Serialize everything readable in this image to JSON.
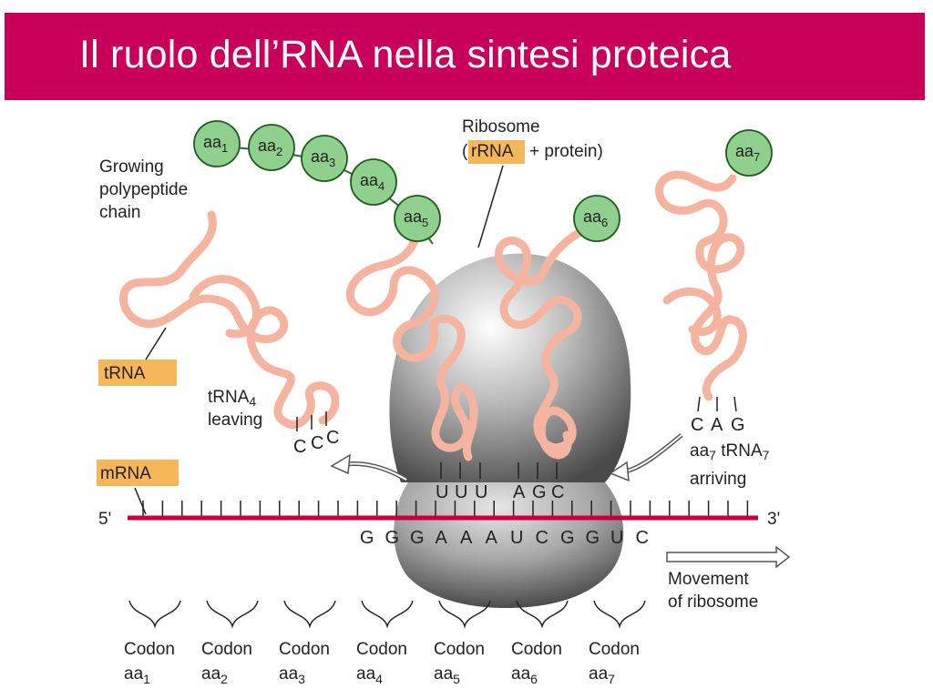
{
  "title": "Il ruolo dell’RNA nella sintesi proteica",
  "labels": {
    "growing_line1": "Growing",
    "growing_line2": "polypeptide",
    "growing_line3": "chain",
    "ribosome_line1": "Ribosome",
    "ribosome_open": "(",
    "ribosome_rrna": "rRNA",
    "ribosome_rest": "+ protein)",
    "trna": "tRNA",
    "trna4_line1": "tRNA",
    "trna4_sub": "4",
    "trna4_line2": "leaving",
    "mrna": "mRNA",
    "five_prime": "5'",
    "three_prime": "3'",
    "aa7_pre": "aa",
    "aa7_sub": "7",
    "aa7_mid": " tRNA",
    "aa7_sub2": "7",
    "arriving": "arriving",
    "movement_line1": "Movement",
    "movement_line2": "of ribosome"
  },
  "amino_acids": [
    {
      "base": "aa",
      "sub": "1"
    },
    {
      "base": "aa",
      "sub": "2"
    },
    {
      "base": "aa",
      "sub": "3"
    },
    {
      "base": "aa",
      "sub": "4"
    },
    {
      "base": "aa",
      "sub": "5"
    },
    {
      "base": "aa",
      "sub": "6"
    },
    {
      "base": "aa",
      "sub": "7"
    }
  ],
  "anticodons": {
    "leaving": [
      "C",
      "C",
      "C"
    ],
    "p_site": [
      "U",
      "U",
      "U"
    ],
    "a_site": [
      "A",
      "G",
      "C"
    ],
    "arriving": [
      "C",
      "A",
      "G"
    ]
  },
  "mrna_bases": [
    "G",
    "G",
    "G",
    "A",
    "A",
    "A",
    "U",
    "C",
    "G",
    "G",
    "U",
    "C"
  ],
  "codons": [
    {
      "label": "Codon",
      "base": "aa",
      "sub": "1"
    },
    {
      "label": "Codon",
      "base": "aa",
      "sub": "2"
    },
    {
      "label": "Codon",
      "base": "aa",
      "sub": "3"
    },
    {
      "label": "Codon",
      "base": "aa",
      "sub": "4"
    },
    {
      "label": "Codon",
      "base": "aa",
      "sub": "5"
    },
    {
      "label": "Codon",
      "base": "aa",
      "sub": "6"
    },
    {
      "label": "Codon",
      "base": "aa",
      "sub": "7"
    }
  ],
  "colors": {
    "title_bar": "#c8005b",
    "amino_acid": "#8fd08f",
    "trna_strand": "#f4b4a0",
    "label_highlight": "#f6b65a",
    "mrna_strand": "#c8003c",
    "ribosome": "#8a8a8a"
  }
}
